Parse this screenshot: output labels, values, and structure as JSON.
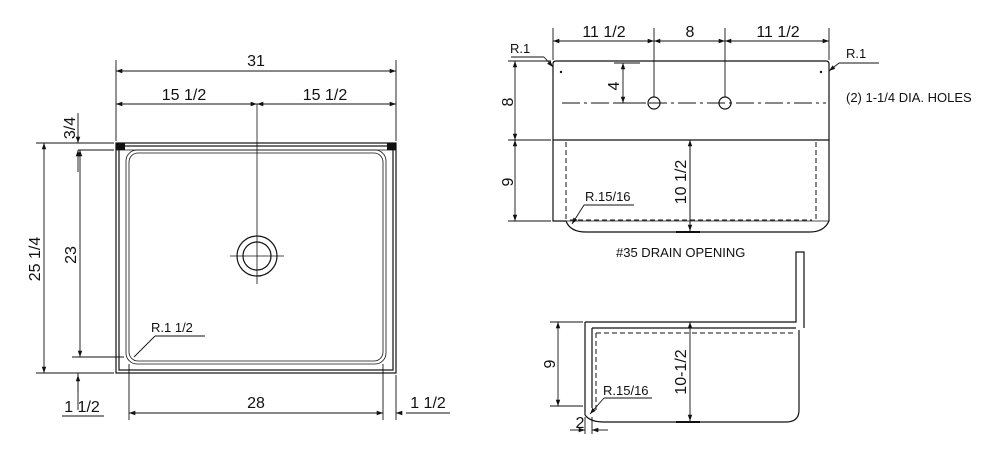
{
  "top_view": {
    "overall_width": "31",
    "half_left": "15 1/2",
    "half_right": "15 1/2",
    "flange": "3/4",
    "overall_depth": "25 1/4",
    "bowl_depth": "23",
    "corner_radius": "R.1 1/2",
    "bowl_width": "28",
    "left_margin": "1 1/2",
    "right_margin": "1 1/2"
  },
  "front_view": {
    "hole_left": "11 1/2",
    "hole_spacing": "8",
    "hole_right": "11 1/2",
    "corner_left": "R.1",
    "corner_right": "R.1",
    "holes_note": "(2) 1-1/4  DIA. HOLES",
    "hole_height": "4",
    "backsplash": "8",
    "bowl_height": "9",
    "total_depth": "10 1/2",
    "bottom_radius": "R.15/16",
    "drain_note": "#35 DRAIN OPENING"
  },
  "side_view": {
    "height": "9",
    "depth": "10-1/2",
    "bottom_radius": "R.15/16",
    "offset": "2"
  }
}
